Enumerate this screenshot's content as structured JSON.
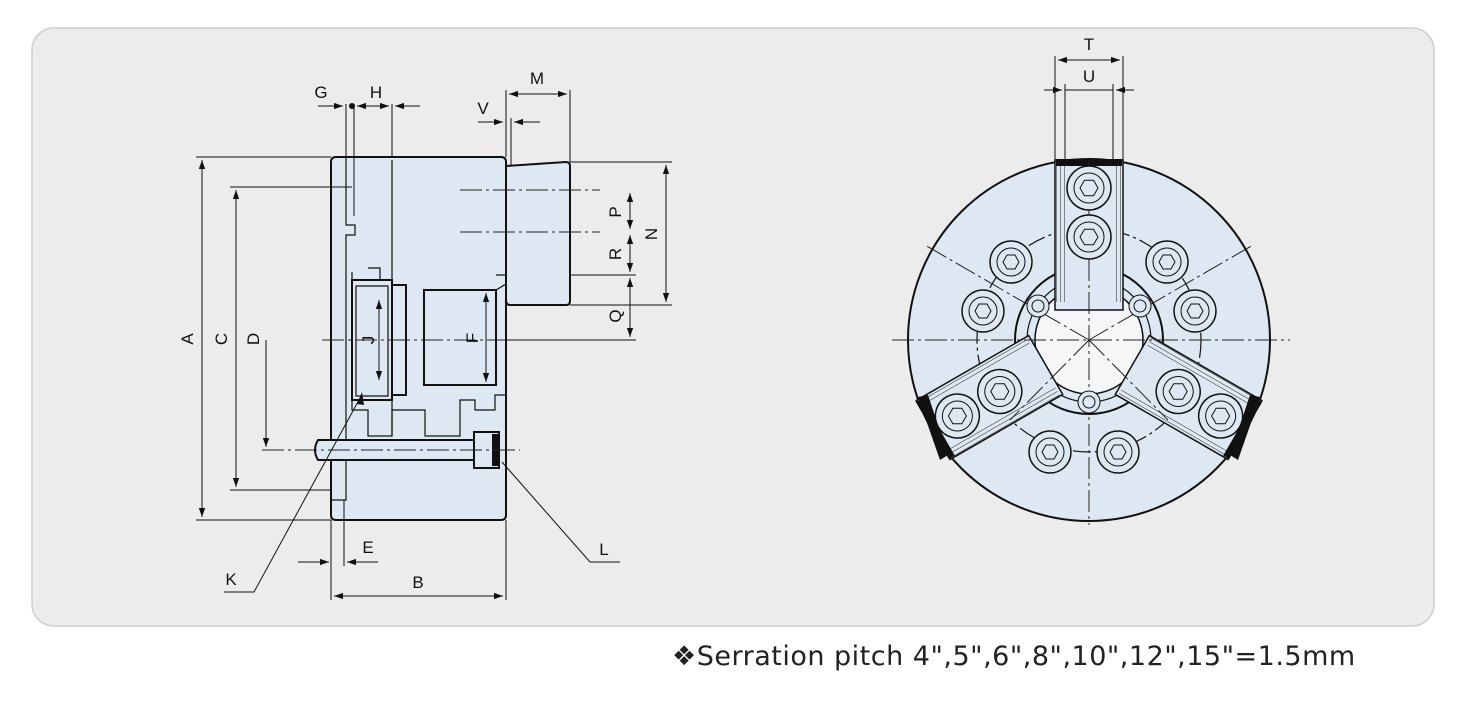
{
  "side_view": {
    "labels": [
      "A",
      "B",
      "C",
      "D",
      "E",
      "F",
      "G",
      "H",
      "J",
      "K",
      "L",
      "M",
      "N",
      "P",
      "Q",
      "R",
      "V"
    ]
  },
  "front_view": {
    "labels": [
      "T",
      "U"
    ]
  },
  "note": {
    "symbol": "❖",
    "text": "Serration pitch 4\",5\",6\",8\",10\",12\",15\"=1.5mm"
  }
}
